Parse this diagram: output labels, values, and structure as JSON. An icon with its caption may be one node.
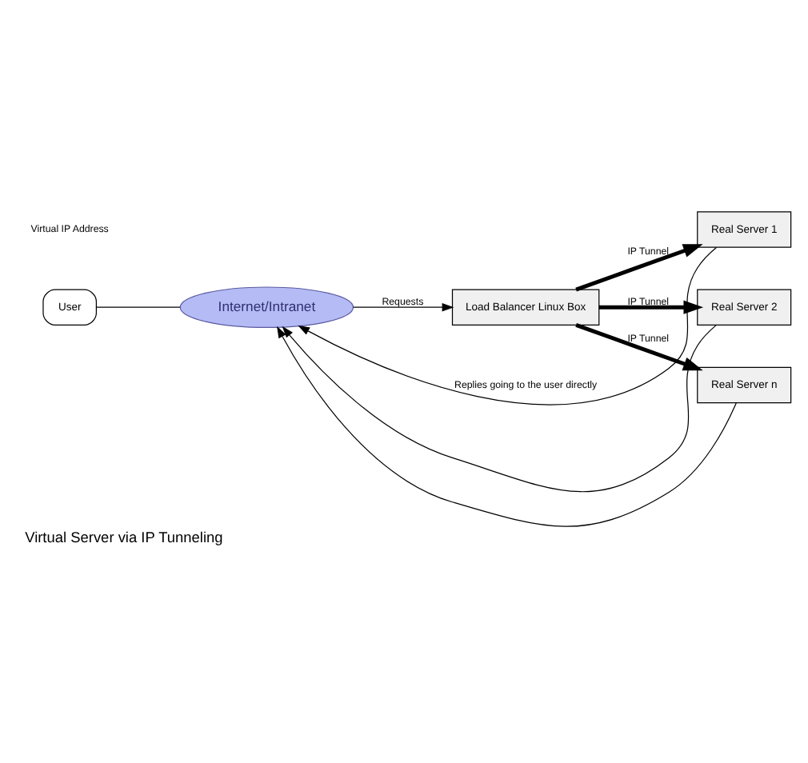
{
  "diagram": {
    "caption": "Virtual Server via IP Tunneling",
    "nodes": [
      {
        "text": [
          "User"
        ]
      },
      {
        "text": [
          "Internet/Intranet"
        ]
      },
      {
        "text": [
          "Load Balancer Linux Box"
        ]
      },
      {
        "text": [
          "Real Server 1"
        ]
      },
      {
        "text": [
          "Real Server 2"
        ]
      },
      {
        "text": [
          "Real Server n"
        ]
      }
    ],
    "edges": [
      {
        "from": 0,
        "to": 1,
        "arrow": "none"
      },
      {
        "from": 1,
        "to": 2,
        "arrow": "to",
        "label": "Requests"
      },
      {
        "from": 2,
        "to": 3,
        "arrow": "to",
        "label": "IP Tunnel",
        "style": "thick"
      },
      {
        "from": 2,
        "to": 4,
        "arrow": "to",
        "label": "IP Tunnel",
        "style": "thick"
      },
      {
        "from": 2,
        "to": 5,
        "arrow": "to",
        "label": "IP Tunnel",
        "style": "thick"
      },
      {
        "from": 3,
        "to": 1,
        "arrow": "to",
        "label": "Replies going to the user directly"
      },
      {
        "from": 4,
        "to": 1,
        "arrow": "to"
      },
      {
        "from": 5,
        "to": 1,
        "arrow": "to"
      }
    ],
    "labels": [
      "Virtual IP Address"
    ]
  }
}
